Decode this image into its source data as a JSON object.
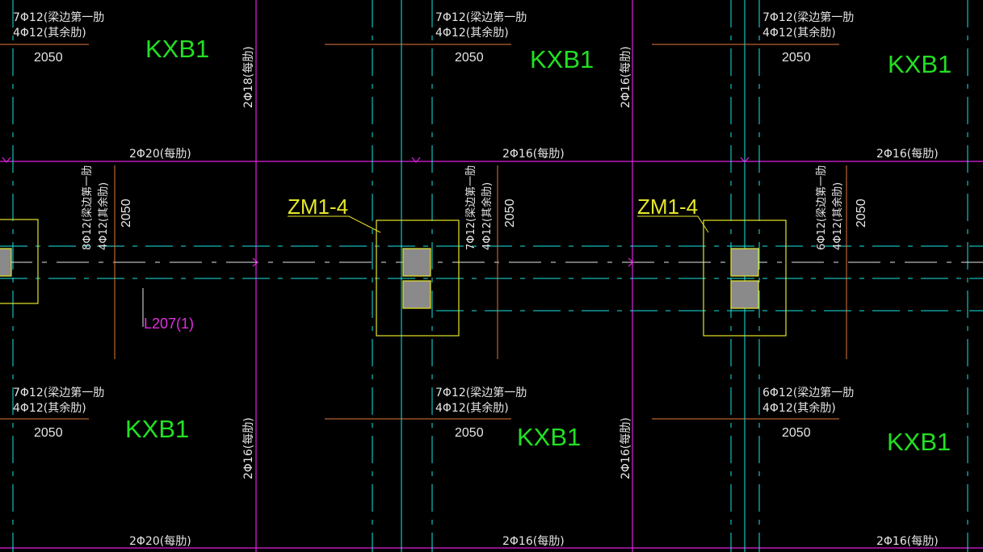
{
  "colors": {
    "background": "#000000",
    "grid_magenta": "#e020e0",
    "center_cyan": "#19e6e6",
    "annotation_white": "#e6e6e6",
    "dim_orange": "#e07a3a",
    "slab_green": "#22e022",
    "column_yellow": "#e6e62a",
    "column_fill": "#8a8a8a",
    "beam_label_magenta": "#e030e0"
  },
  "labels": {
    "slab_name": "KXB1",
    "rebar_7": "7Φ12(梁边第一肋",
    "rebar_6": "6Φ12(梁边第一肋",
    "rebar_8": "8Φ12(梁边第一肋",
    "rebar_rest": "4Φ12(其余肋)",
    "dim_2050": "2050",
    "rib_2_20": "2Φ20(每肋)",
    "rib_2_16": "2Φ16(每肋)",
    "rib_2_18": "2Φ18(每肋)",
    "column_tag": "ZM1-4",
    "beam_tag": "L207(1)"
  },
  "icons": {
    "section_marker": "arrow-tick-icon"
  }
}
